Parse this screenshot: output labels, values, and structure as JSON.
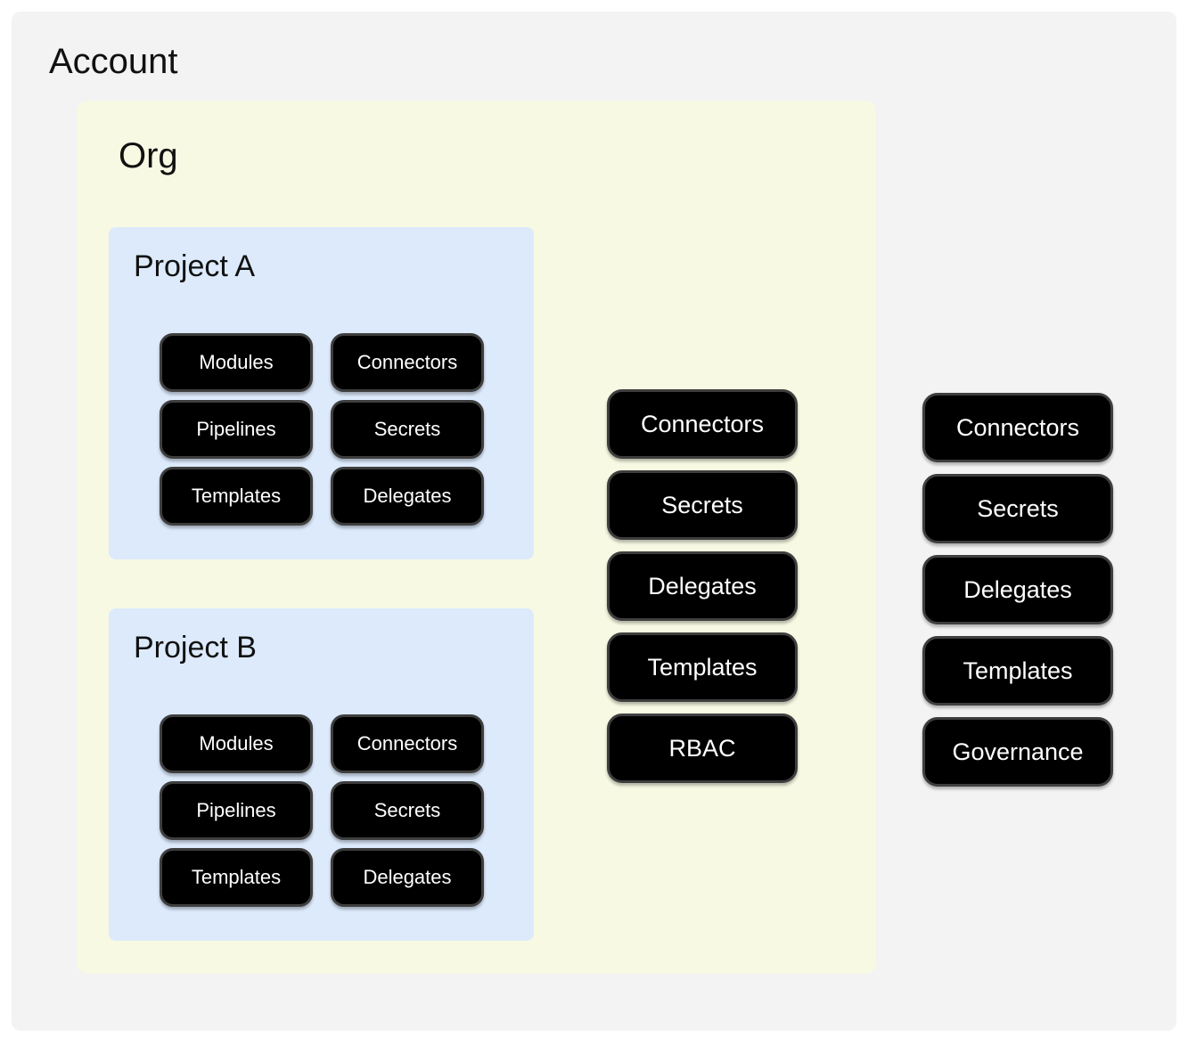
{
  "palette": {
    "page_bg": "#ffffff",
    "account_bg": "#f3f3f3",
    "org_bg": "#f7f9e3",
    "project_bg": "#dceafc",
    "pill_bg": "#000000",
    "pill_border": "#3e3e3e",
    "pill_text": "#ffffff",
    "title_text": "#111111"
  },
  "account": {
    "title": "Account",
    "pills": [
      "Connectors",
      "Secrets",
      "Delegates",
      "Templates",
      "Governance"
    ],
    "org": {
      "title": "Org",
      "pills": [
        "Connectors",
        "Secrets",
        "Delegates",
        "Templates",
        "RBAC"
      ],
      "projects": [
        {
          "title": "Project A",
          "pills": [
            "Modules",
            "Connectors",
            "Pipelines",
            "Secrets",
            "Templates",
            "Delegates"
          ]
        },
        {
          "title": "Project B",
          "pills": [
            "Modules",
            "Connectors",
            "Pipelines",
            "Secrets",
            "Templates",
            "Delegates"
          ]
        }
      ]
    }
  }
}
